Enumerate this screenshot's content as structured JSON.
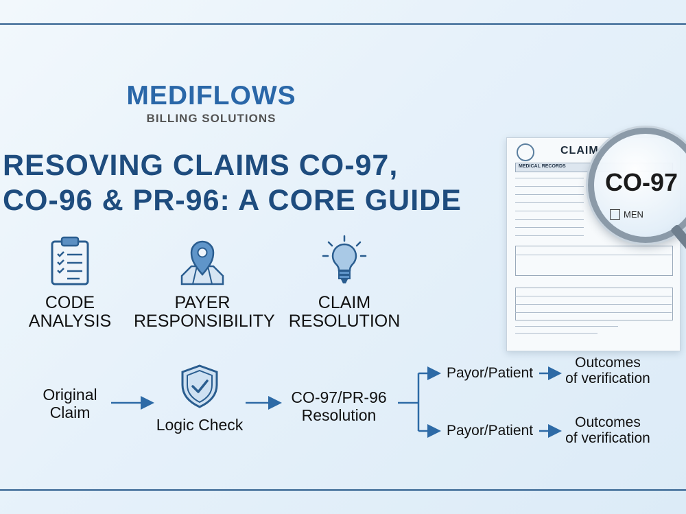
{
  "brand": {
    "name": "MEDIFLOWS",
    "subtitle": "BILLING SOLUTIONS"
  },
  "title": {
    "line1": "RESOVING CLAIMS CO-97,",
    "line2": "CO-96 & PR-96: A CORE GUIDE"
  },
  "features": [
    {
      "icon": "clipboard-checklist-icon",
      "label": "CODE\nANALYSIS"
    },
    {
      "icon": "map-pin-icon",
      "label": "PAYER\nRESPONSIBILITY"
    },
    {
      "icon": "lightbulb-icon",
      "label": "CLAIM\nRESOLUTION"
    }
  ],
  "flow": {
    "original": "Original\nClaim",
    "logic": "Logic Check",
    "resolution": "CO-97/PR-96\nResolution",
    "branches": [
      {
        "node": "Payor/Patient",
        "outcome": "Outcomes\nof verification"
      },
      {
        "node": "Payor/Patient",
        "outcome": "Outcomes\nof verification"
      }
    ]
  },
  "document": {
    "title": "CLAIM",
    "section": "MEDICAL RECORDS",
    "zoom_code": "CO-97",
    "checkbox_label": "MEN"
  },
  "colors": {
    "brand_blue": "#2a67a8",
    "title_navy": "#1e4c7e",
    "arrow": "#2d6aa6",
    "rule": "#2f5f8e"
  }
}
